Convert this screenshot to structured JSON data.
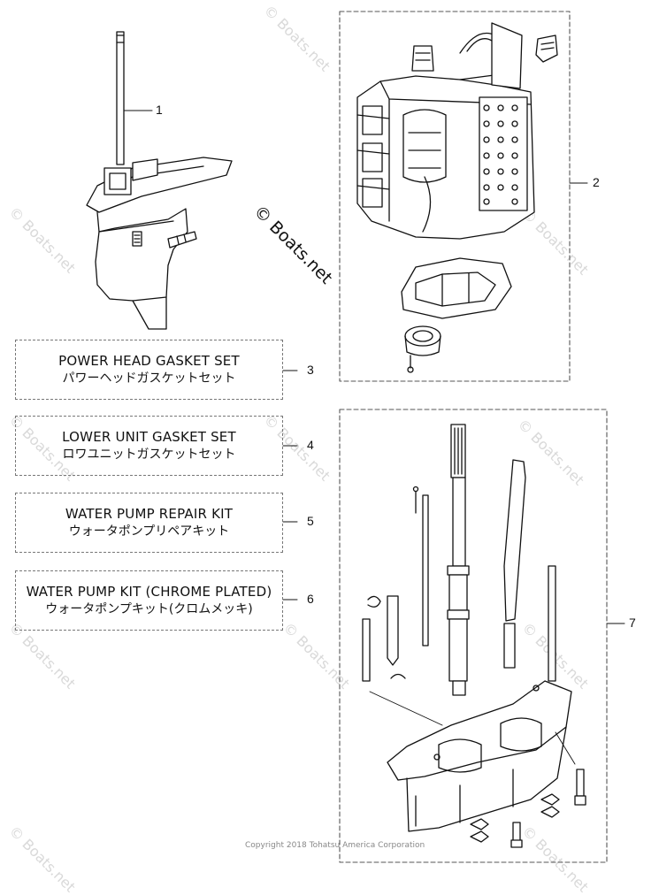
{
  "watermark": {
    "center_text": "© Boats.net",
    "corner_text": "© Boats.net"
  },
  "kits": [
    {
      "title_en": "POWER HEAD GASKET SET",
      "title_jp": "パワーヘッドガスケットセット",
      "callout": "3"
    },
    {
      "title_en": "LOWER UNIT GASKET SET",
      "title_jp": "ロワユニットガスケットセット",
      "callout": "4"
    },
    {
      "title_en": "WATER PUMP REPAIR KIT",
      "title_jp": "ウォータポンプリペアキット",
      "callout": "5"
    },
    {
      "title_en": "WATER PUMP KIT (CHROME PLATED)",
      "title_jp": "ウォータポンプキット(クロムメッキ)",
      "callout": "6"
    }
  ],
  "parts": [
    {
      "callout": "1",
      "icon": "lower-unit-icon"
    },
    {
      "callout": "2",
      "icon": "power-head-icon"
    },
    {
      "callout": "7",
      "icon": "drive-shaft-housing-icon"
    }
  ],
  "copyright": "Copyright 2018 Tohatsu America Corporation",
  "colors": {
    "line": "#111111",
    "dashed_border": "#777777",
    "watermark": "#c9c9c9"
  }
}
